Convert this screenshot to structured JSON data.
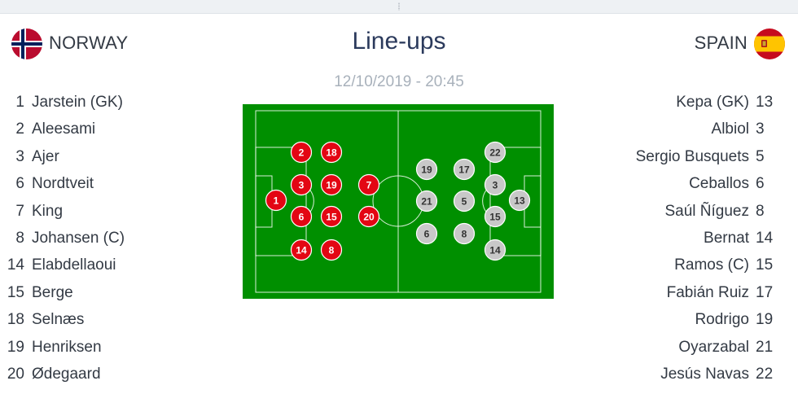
{
  "header": {
    "title": "Line-ups",
    "datetime": "12/10/2019 - 20:45"
  },
  "home": {
    "name": "NORWAY",
    "flag_icon": "norway-flag-icon",
    "color": "#e30613",
    "players": [
      {
        "num": "1",
        "name": "Jarstein (GK)"
      },
      {
        "num": "2",
        "name": "Aleesami"
      },
      {
        "num": "3",
        "name": "Ajer"
      },
      {
        "num": "6",
        "name": "Nordtveit"
      },
      {
        "num": "7",
        "name": "King"
      },
      {
        "num": "8",
        "name": "Johansen (C)"
      },
      {
        "num": "14",
        "name": "Elabdellaoui"
      },
      {
        "num": "15",
        "name": "Berge"
      },
      {
        "num": "18",
        "name": "Selnæs"
      },
      {
        "num": "19",
        "name": "Henriksen"
      },
      {
        "num": "20",
        "name": "Ødegaard"
      }
    ],
    "formation": [
      {
        "num": "1"
      },
      {
        "num": "2"
      },
      {
        "num": "18"
      },
      {
        "num": "3"
      },
      {
        "num": "19"
      },
      {
        "num": "7"
      },
      {
        "num": "6"
      },
      {
        "num": "15"
      },
      {
        "num": "20"
      },
      {
        "num": "14"
      },
      {
        "num": "8"
      }
    ]
  },
  "away": {
    "name": "SPAIN",
    "flag_icon": "spain-flag-icon",
    "color": "#c8c8c8",
    "players": [
      {
        "num": "13",
        "name": "Kepa (GK)"
      },
      {
        "num": "3",
        "name": "Albiol"
      },
      {
        "num": "5",
        "name": "Sergio Busquets"
      },
      {
        "num": "6",
        "name": "Ceballos"
      },
      {
        "num": "8",
        "name": "Saúl Ñíguez"
      },
      {
        "num": "14",
        "name": "Bernat"
      },
      {
        "num": "15",
        "name": "Ramos (C)"
      },
      {
        "num": "17",
        "name": "Fabián Ruiz"
      },
      {
        "num": "19",
        "name": "Rodrigo"
      },
      {
        "num": "21",
        "name": "Oyarzabal"
      },
      {
        "num": "22",
        "name": "Jesús Navas"
      }
    ],
    "formation": [
      {
        "num": "22"
      },
      {
        "num": "19"
      },
      {
        "num": "17"
      },
      {
        "num": "3"
      },
      {
        "num": "21"
      },
      {
        "num": "5"
      },
      {
        "num": "13"
      },
      {
        "num": "15"
      },
      {
        "num": "6"
      },
      {
        "num": "8"
      },
      {
        "num": "14"
      }
    ]
  },
  "pitch": {
    "grass_color": "#008f00",
    "line_color": "#ffffff"
  }
}
